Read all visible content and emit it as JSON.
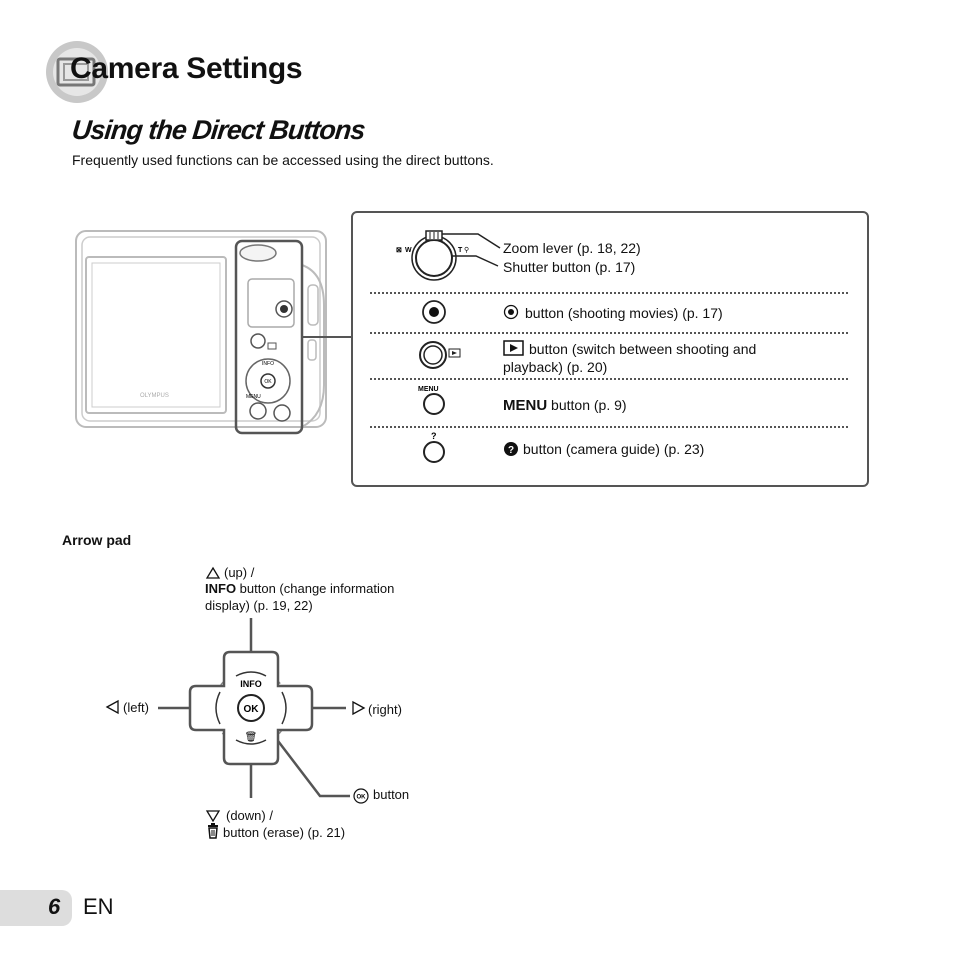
{
  "header": {
    "title": "Camera Settings",
    "subtitle": "Using the Direct Buttons",
    "intro": "Frequently used functions can be accessed using the direct buttons."
  },
  "camera": {
    "brand_text": "OLYMPUS",
    "button_text": {
      "zoom_w": "W",
      "zoom_t": "T",
      "menu": "MENU",
      "info": "INFO",
      "ok": "OK"
    }
  },
  "buttons_box": {
    "rows": [
      {
        "label_line1": "Zoom lever (p. 18, 22)",
        "label_line2": "Shutter button (p. 17)",
        "icon": "zoom-shutter-icon"
      },
      {
        "label_line1": "button (shooting movies) (p. 17)",
        "label_line2": "",
        "icon": "movie-button-icon"
      },
      {
        "label_line1": "button (switch between shooting and",
        "label_line2": "playback) (p. 20)",
        "icon": "playback-button-icon"
      },
      {
        "label_prefix": "MENU",
        "label_line1": " button (p. 9)",
        "label_line2": "",
        "icon": "menu-button-icon"
      },
      {
        "label_line1": "button (camera guide) (p. 23)",
        "label_line2": "",
        "icon": "guide-button-icon"
      }
    ],
    "icon_labels": {
      "menu": "MENU",
      "guide": "?"
    }
  },
  "arrow_pad": {
    "heading": "Arrow pad",
    "pad_labels": {
      "info": "INFO",
      "ok": "OK"
    },
    "up_line1": "(up) /",
    "up_info": "INFO",
    "up_line2": " button (change information",
    "up_line3": "display) (p. 19, 22)",
    "left": "(left)",
    "right": "(right)",
    "ok_button": "button",
    "down_line1": "(down) /",
    "down_line2": "button (erase) (p. 21)"
  },
  "footer": {
    "page_number": "6",
    "language": "EN"
  },
  "colors": {
    "frame": "#555555",
    "page_tab": "#dddddd",
    "camera_gray": "#bbbbbb"
  }
}
